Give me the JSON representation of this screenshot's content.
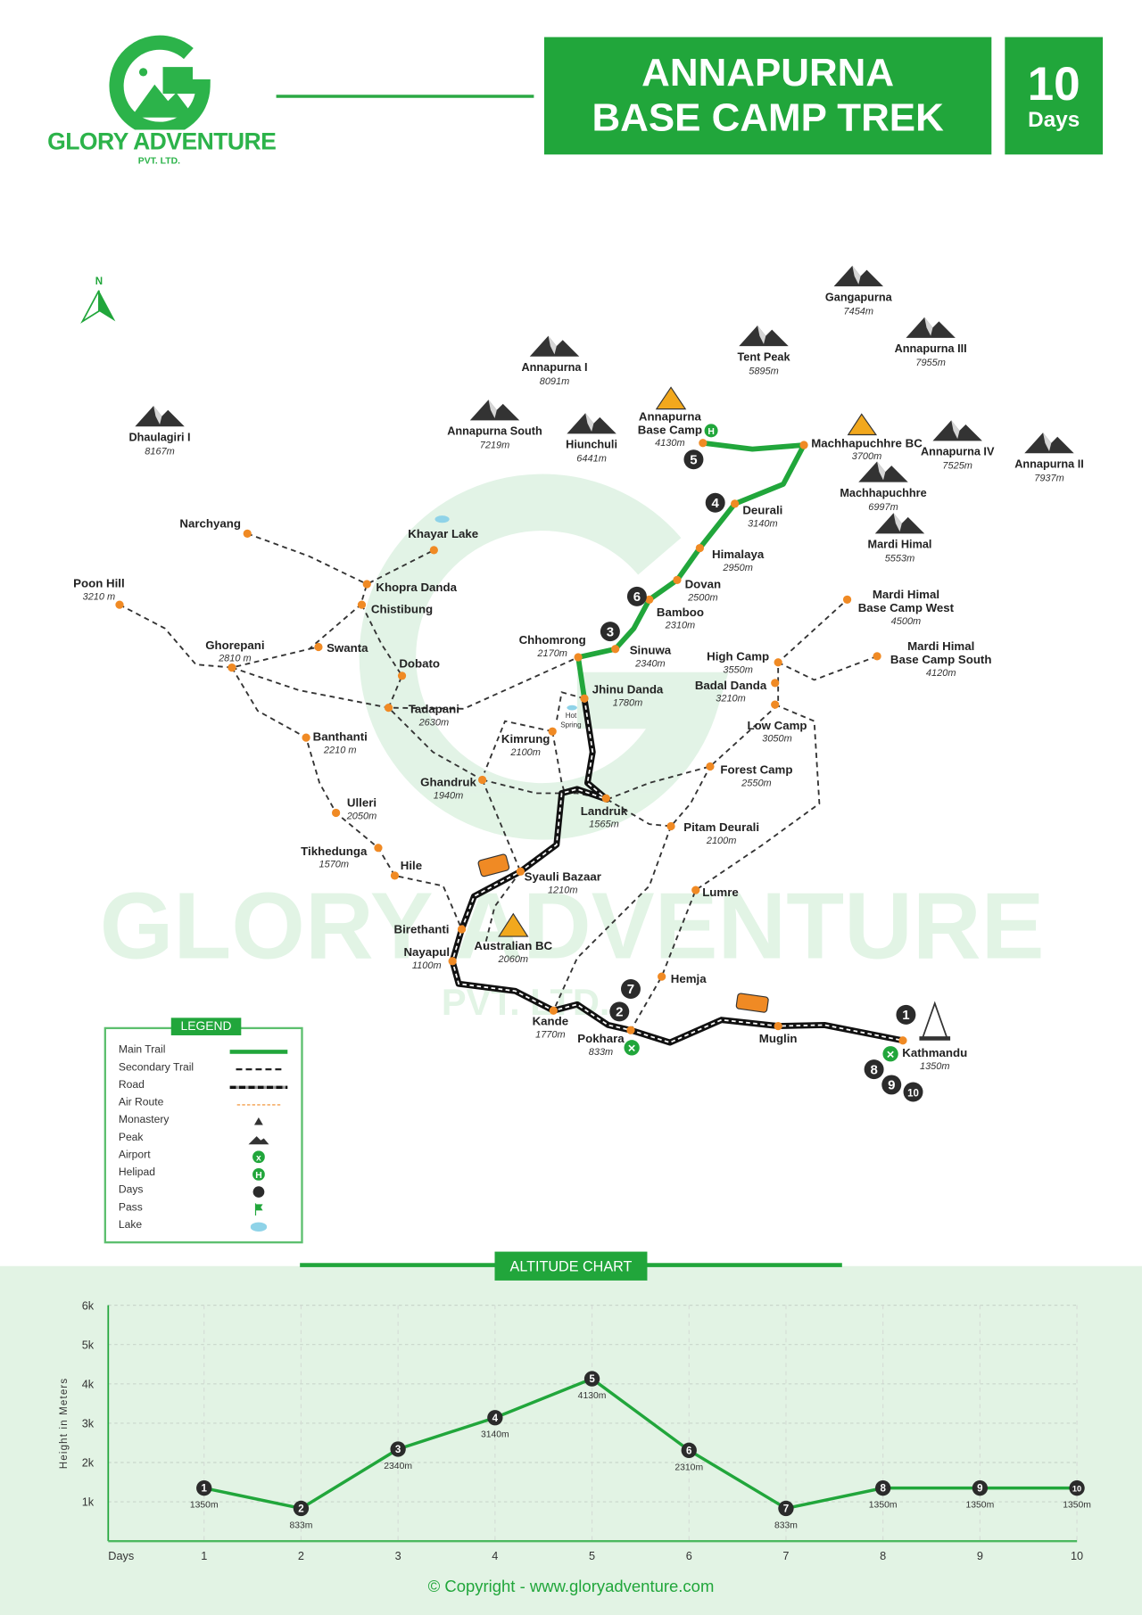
{
  "brand": {
    "name": "GLORY ADVENTURE",
    "sub": "PVT. LTD."
  },
  "header": {
    "title_line1": "ANNAPURNA",
    "title_line2": "BASE CAMP TREK",
    "days_number": "10",
    "days_label": "Days"
  },
  "colors": {
    "green": "#21a63b",
    "orange": "#f08a24",
    "dark": "#2b2b2b",
    "band": "#e2f3e4"
  },
  "map": {
    "north": "N",
    "watermark": "GLORY ADVENTURE",
    "watermark_sub": "PVT. LTD.",
    "hot_spring": [
      "Hot",
      "Spring"
    ],
    "peaks": [
      {
        "name": "Dhaulagiri I",
        "elev": "8167m"
      },
      {
        "name": "Annapurna South",
        "elev": "7219m"
      },
      {
        "name": "Annapurna I",
        "elev": "8091m"
      },
      {
        "name": "Hiunchuli",
        "elev": "6441m"
      },
      {
        "name": "Tent Peak",
        "elev": "5895m"
      },
      {
        "name": "Gangapurna",
        "elev": "7454m"
      },
      {
        "name": "Annapurna III",
        "elev": "7955m"
      },
      {
        "name": "Annapurna IV",
        "elev": "7525m"
      },
      {
        "name": "Annapurna II",
        "elev": "7937m"
      },
      {
        "name": "Machhapuchhre",
        "elev": "6997m"
      },
      {
        "name": "Mardi Himal",
        "elev": "5553m"
      }
    ],
    "places": [
      {
        "name": "Narchyang",
        "elev": ""
      },
      {
        "name": "Khayar Lake",
        "elev": ""
      },
      {
        "name": "Poon Hill",
        "elev": "3210 m"
      },
      {
        "name": "Khopra Danda",
        "elev": ""
      },
      {
        "name": "Chistibung",
        "elev": ""
      },
      {
        "name": "Swanta",
        "elev": ""
      },
      {
        "name": "Ghorepani",
        "elev": "2810 m"
      },
      {
        "name": "Dobato",
        "elev": ""
      },
      {
        "name": "Tadapani",
        "elev": "2630m"
      },
      {
        "name": "Banthanti",
        "elev": "2210 m"
      },
      {
        "name": "Ulleri",
        "elev": "2050m"
      },
      {
        "name": "Tikhedunga",
        "elev": "1570m"
      },
      {
        "name": "Hile",
        "elev": ""
      },
      {
        "name": "Birethanti",
        "elev": ""
      },
      {
        "name": "Nayapul",
        "elev": "1100m"
      },
      {
        "name": "Ghandruk",
        "elev": "1940m"
      },
      {
        "name": "Kimrung",
        "elev": "2100m"
      },
      {
        "name": "Landruk",
        "elev": "1565m"
      },
      {
        "name": "Jhinu Danda",
        "elev": "1780m"
      },
      {
        "name": "Chhomrong",
        "elev": "2170m"
      },
      {
        "name": "Sinuwa",
        "elev": "2340m"
      },
      {
        "name": "Bamboo",
        "elev": "2310m"
      },
      {
        "name": "Dovan",
        "elev": "2500m"
      },
      {
        "name": "Himalaya",
        "elev": "2950m"
      },
      {
        "name": "Deurali",
        "elev": "3140m"
      },
      {
        "name": "Annapurna Base Camp",
        "elev": "4130m"
      },
      {
        "name": "Machhapuchhre BC",
        "elev": "3700m"
      },
      {
        "name": "Syauli Bazaar",
        "elev": "1210m"
      },
      {
        "name": "Australian BC",
        "elev": "2060m"
      },
      {
        "name": "Forest Camp",
        "elev": "2550m"
      },
      {
        "name": "Pitam Deurali",
        "elev": "2100m"
      },
      {
        "name": "Lumre",
        "elev": ""
      },
      {
        "name": "Hemja",
        "elev": ""
      },
      {
        "name": "Kande",
        "elev": "1770m"
      },
      {
        "name": "Pokhara",
        "elev": "833m"
      },
      {
        "name": "Muglin",
        "elev": ""
      },
      {
        "name": "Kathmandu",
        "elev": "1350m"
      },
      {
        "name": "High Camp",
        "elev": "3550m"
      },
      {
        "name": "Badal Danda",
        "elev": "3210m"
      },
      {
        "name": "Low Camp",
        "elev": "3050m"
      },
      {
        "name": "Mardi Himal Base Camp West",
        "elev": "4500m"
      },
      {
        "name": "Mardi Himal Base Camp South",
        "elev": "4120m"
      }
    ],
    "day_badges": [
      "1",
      "2",
      "3",
      "4",
      "5",
      "6",
      "7",
      "8",
      "9",
      "10"
    ]
  },
  "legend": {
    "title": "LEGEND",
    "items": [
      {
        "label": "Main Trail",
        "icon": "main-trail"
      },
      {
        "label": "Secondary Trail",
        "icon": "secondary-trail"
      },
      {
        "label": "Road",
        "icon": "road"
      },
      {
        "label": "Air Route",
        "icon": "air-route"
      },
      {
        "label": "Monastery",
        "icon": "monastery"
      },
      {
        "label": "Peak",
        "icon": "peak"
      },
      {
        "label": "Airport",
        "icon": "airport"
      },
      {
        "label": "Helipad",
        "icon": "helipad"
      },
      {
        "label": "Days",
        "icon": "days"
      },
      {
        "label": "Pass",
        "icon": "pass"
      },
      {
        "label": "Lake",
        "icon": "lake"
      }
    ]
  },
  "chart_data": {
    "type": "line",
    "title": "ALTITUDE CHART",
    "xlabel": "Days",
    "ylabel": "Height in Meters",
    "x": [
      1,
      2,
      3,
      4,
      5,
      6,
      7,
      8,
      9,
      10
    ],
    "values": [
      1350,
      833,
      2340,
      3140,
      4130,
      2310,
      833,
      1350,
      1350,
      1350
    ],
    "point_labels": [
      "1350m",
      "833m",
      "2340m",
      "3140m",
      "4130m",
      "2310m",
      "833m",
      "1350m",
      "1350m",
      "1350m"
    ],
    "yticks": [
      {
        "v": 1000,
        "label": "1k"
      },
      {
        "v": 2000,
        "label": "2k"
      },
      {
        "v": 3000,
        "label": "3k"
      },
      {
        "v": 4000,
        "label": "4k"
      },
      {
        "v": 5000,
        "label": "5k"
      },
      {
        "v": 6000,
        "label": "6k"
      }
    ],
    "ylim": [
      0,
      6000
    ],
    "grid": true
  },
  "footer": {
    "copyright": "© Copyright - www.gloryadventure.com"
  }
}
